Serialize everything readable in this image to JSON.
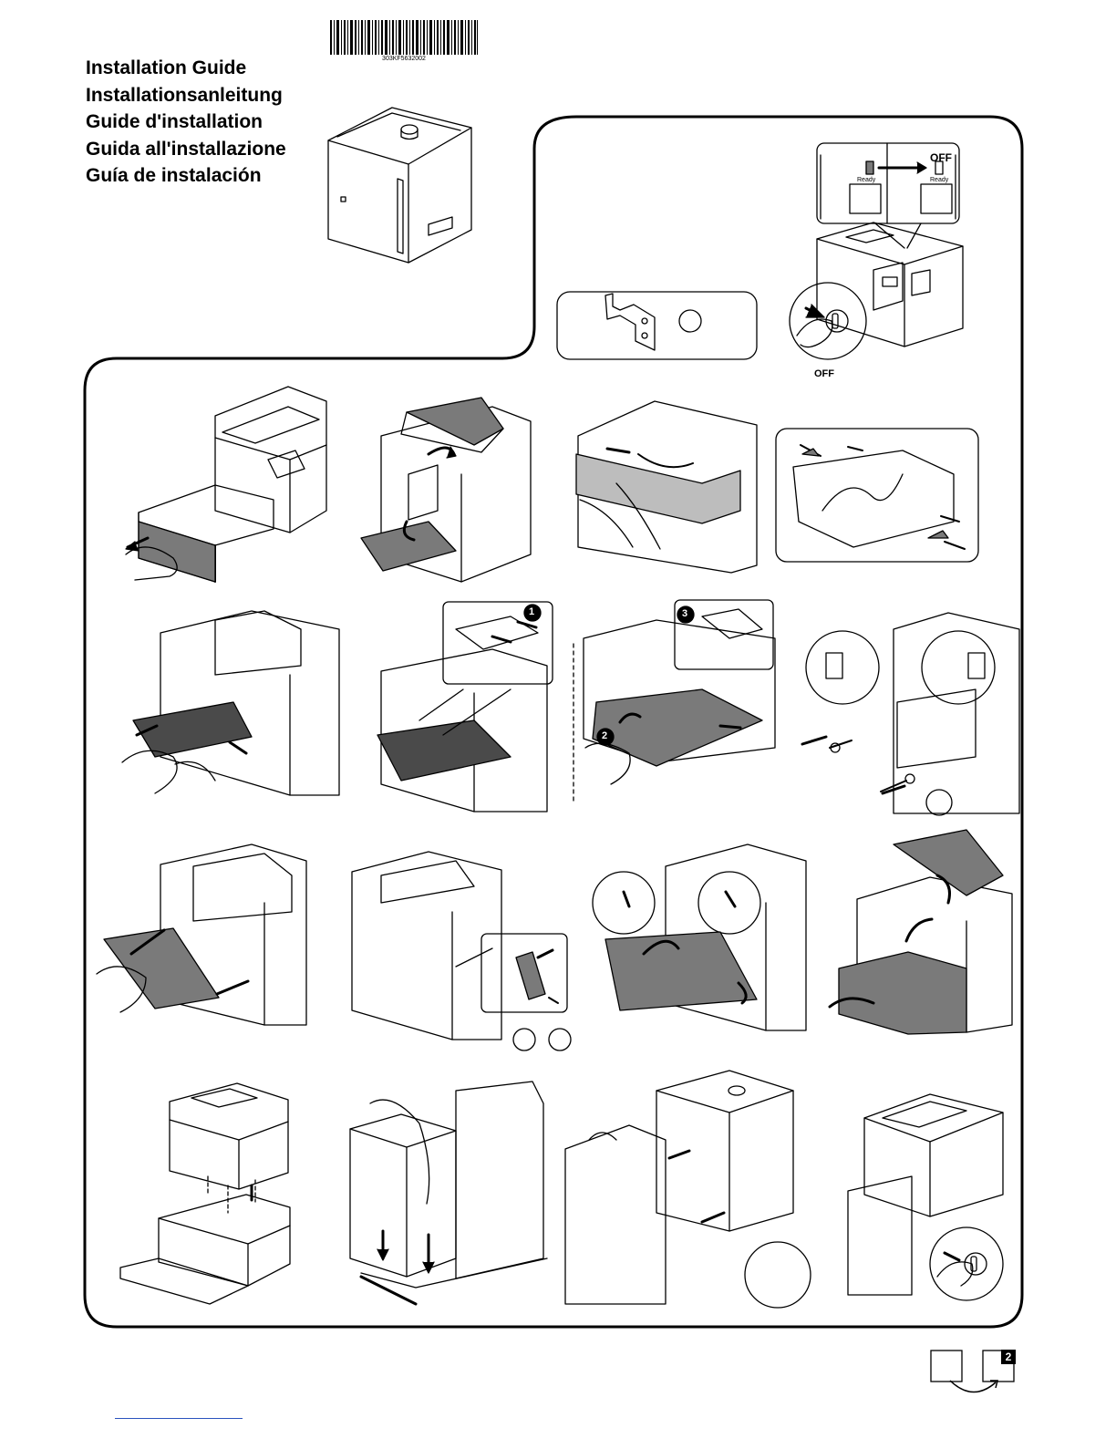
{
  "titles": [
    "Installation Guide",
    "Installationsanleitung",
    "Guide d'installation",
    "Guida all'installazione",
    "Guía de instalación"
  ],
  "barcode_code": "303KF5632002",
  "callouts": {
    "panel_off": "OFF",
    "ready_left": "Ready",
    "ready_right": "Ready",
    "power_off": "OFF",
    "step1": "1",
    "step2": "2",
    "step3": "3"
  },
  "page_indicator": "2",
  "colors": {
    "line": "#000000",
    "gray_fill": "#7a7a7a",
    "link": "#2a52be"
  },
  "icons": [
    "bracket-part-icon",
    "power-switch-icon",
    "page-turn-icon"
  ]
}
